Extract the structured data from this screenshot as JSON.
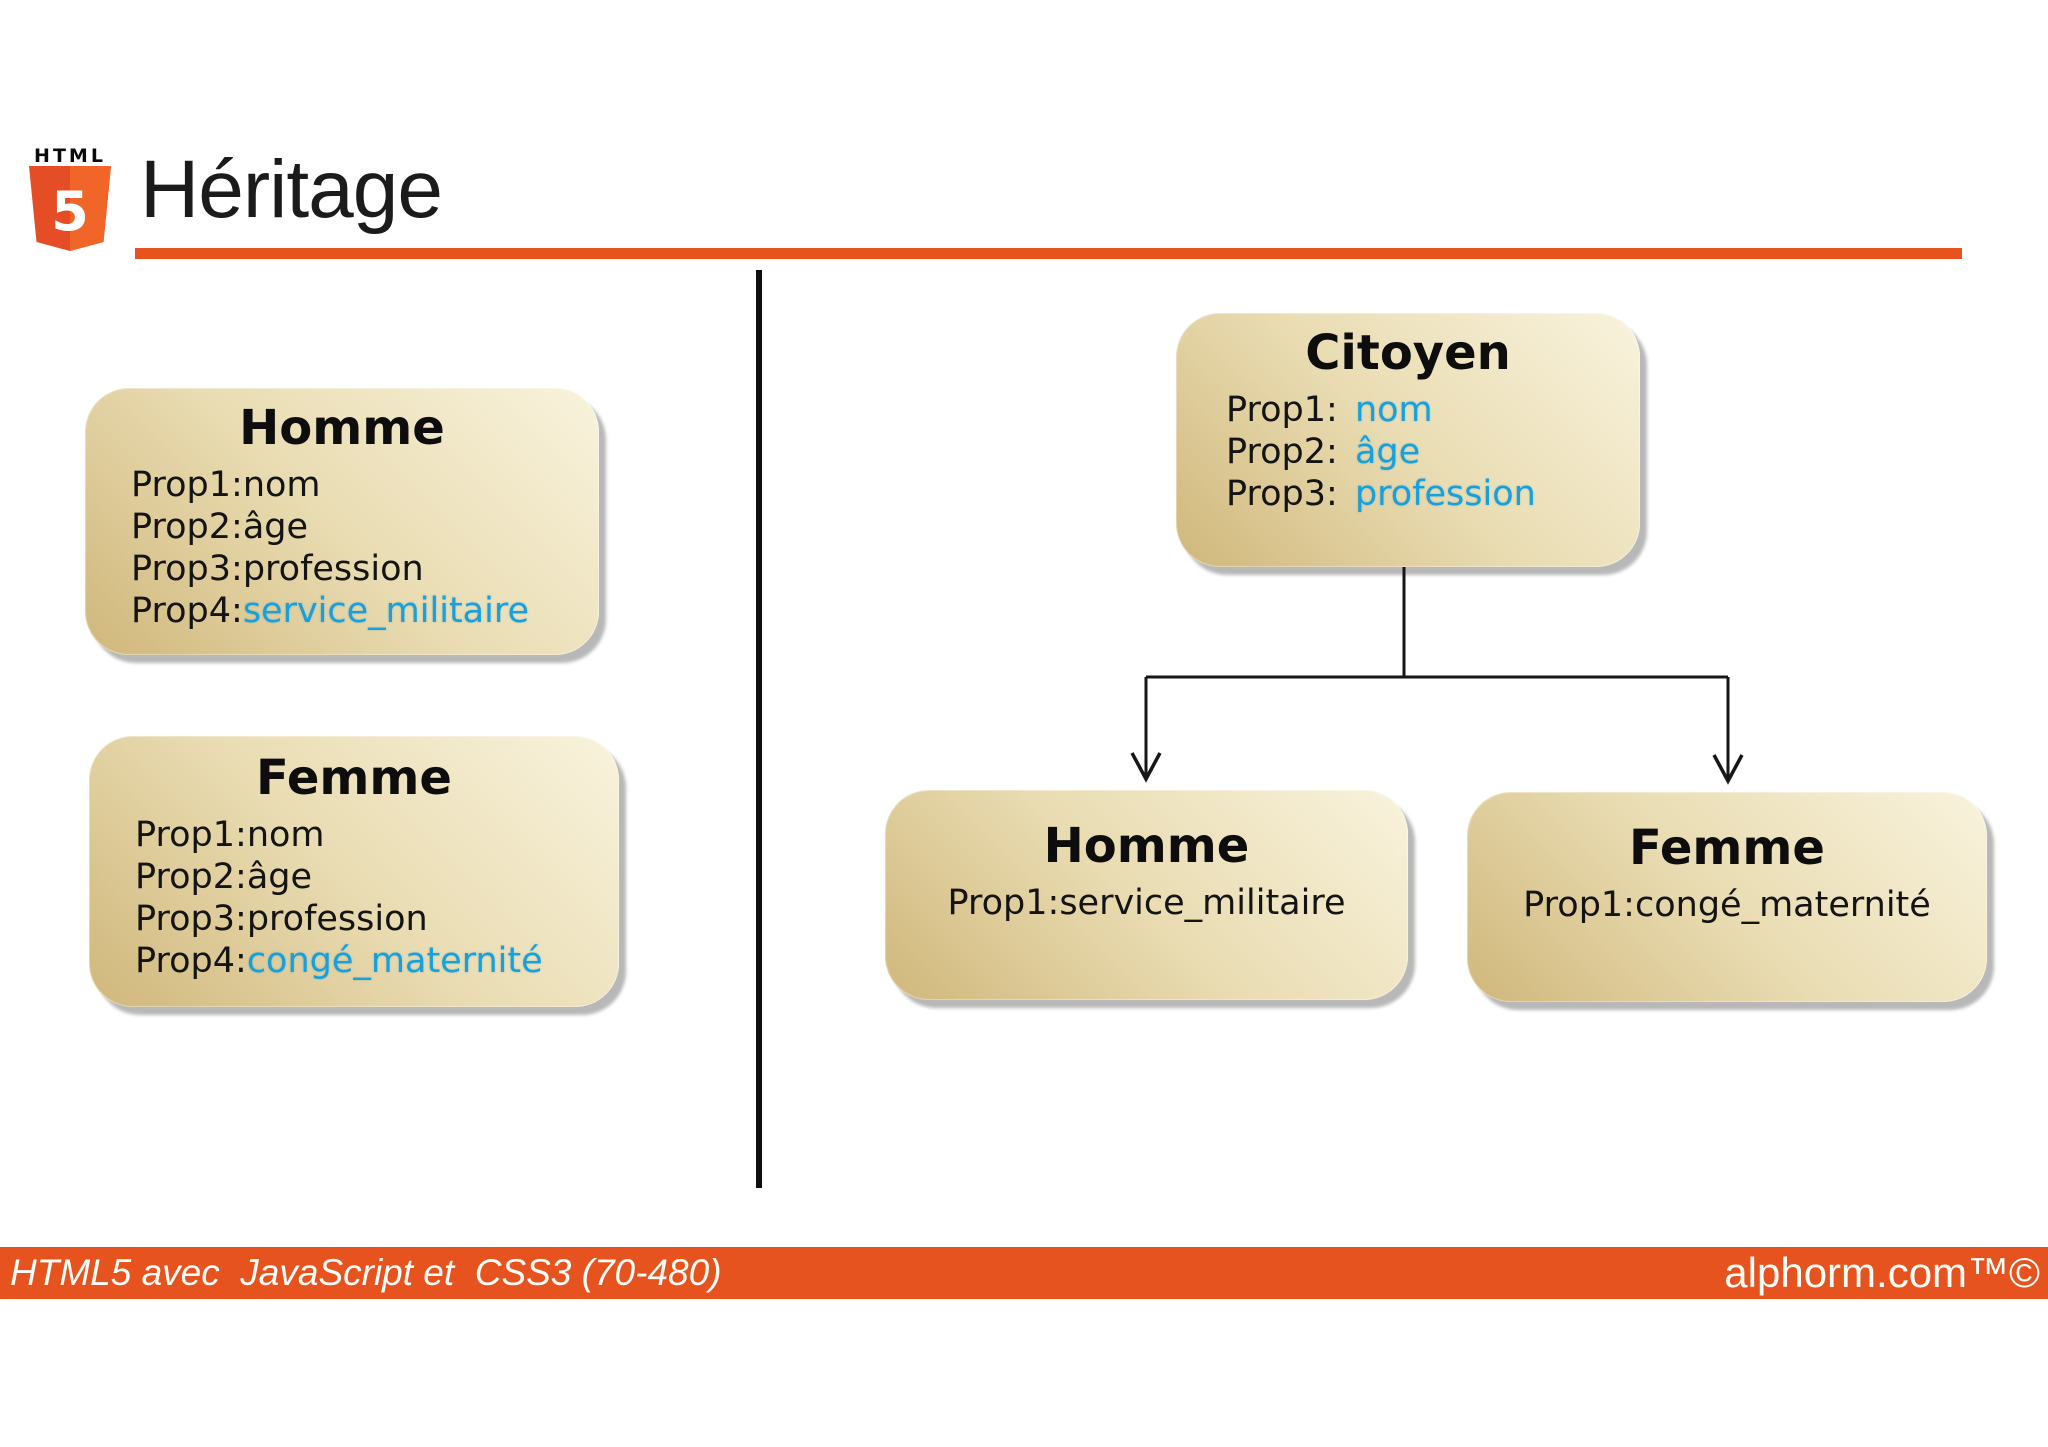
{
  "header": {
    "logo": {
      "wordmark": "HTML",
      "numeral": "5"
    },
    "title": "Héritage"
  },
  "left_panel": {
    "homme": {
      "title": "Homme",
      "props": [
        {
          "label": "Prop1:",
          "value": "nom"
        },
        {
          "label": "Prop2:",
          "value": "âge"
        },
        {
          "label": "Prop3:",
          "value": "profession"
        },
        {
          "label": "Prop4:",
          "value": "service_militaire"
        }
      ]
    },
    "femme": {
      "title": "Femme",
      "props": [
        {
          "label": "Prop1:",
          "value": "nom"
        },
        {
          "label": "Prop2:",
          "value": "âge"
        },
        {
          "label": "Prop3:",
          "value": "profession"
        },
        {
          "label": "Prop4:",
          "value": "congé_maternité"
        }
      ]
    }
  },
  "right_panel": {
    "parent": {
      "title": "Citoyen",
      "props": [
        {
          "label": "Prop1: ",
          "value": "nom"
        },
        {
          "label": "Prop2: ",
          "value": "âge"
        },
        {
          "label": "Prop3: ",
          "value": "profession"
        }
      ]
    },
    "children": {
      "homme": {
        "title": "Homme",
        "props": [
          {
            "label": "Prop1:",
            "value": "service_militaire"
          }
        ]
      },
      "femme": {
        "title": "Femme",
        "props": [
          {
            "label": "Prop1:",
            "value": "congé_maternité"
          }
        ]
      }
    }
  },
  "footer": {
    "course": "HTML5 avec  JavaScript et  CSS3 (70-480)",
    "brand": "alphorm.com™©"
  },
  "colors": {
    "accent_orange": "#E7531E",
    "value_blue": "#18A0DB",
    "box_gradient_dark": "#D0B77B",
    "box_gradient_light": "#F9F3DD",
    "divider_black": "#0E0E0E"
  }
}
